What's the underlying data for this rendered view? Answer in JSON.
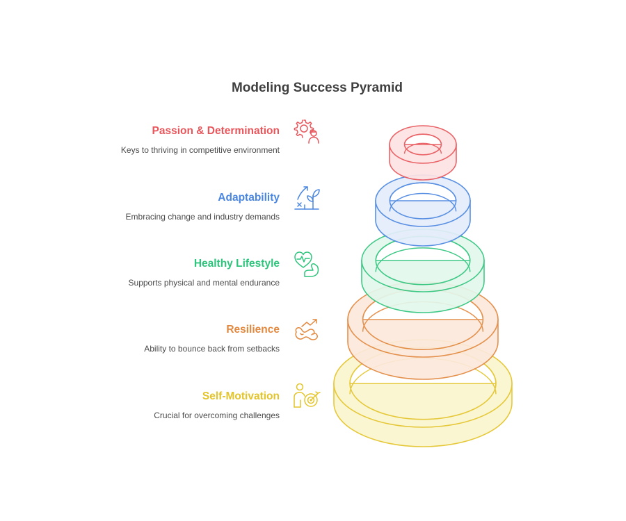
{
  "diagram": {
    "title": "Modeling Success Pyramid",
    "tiers": [
      {
        "title": "Passion & Determination",
        "description": "Keys to thriving in competitive environment",
        "color": "#e8565b",
        "fill": "#fde3e3",
        "icon": "gear-person-icon"
      },
      {
        "title": "Adaptability",
        "description": "Embracing change and industry demands",
        "color": "#4a86e0",
        "fill": "#e4edfb",
        "icon": "growth-plant-icon"
      },
      {
        "title": "Healthy Lifestyle",
        "description": "Supports physical and mental endurance",
        "color": "#2fc47c",
        "fill": "#e2f8ec",
        "icon": "heart-muscle-icon"
      },
      {
        "title": "Resilience",
        "description": "Ability to bounce back from setbacks",
        "color": "#e2883f",
        "fill": "#fce9dc",
        "icon": "bounce-arrow-icon"
      },
      {
        "title": "Self-Motivation",
        "description": "Crucial for overcoming challenges",
        "color": "#e3c42a",
        "fill": "#fbf6cf",
        "icon": "person-target-icon"
      }
    ]
  }
}
